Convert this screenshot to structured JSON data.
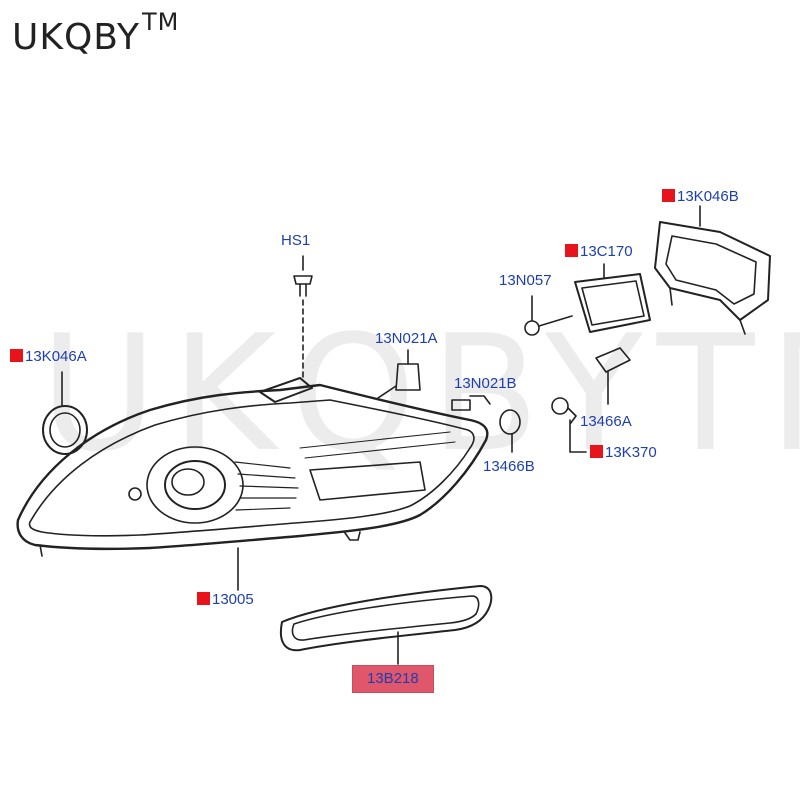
{
  "brand": {
    "name": "UKQBY",
    "tm": "TM"
  },
  "watermark": "UKQBYTM",
  "callouts": {
    "hs1": "HS1",
    "k046b": "13K046B",
    "c170": "13C170",
    "n057": "13N057",
    "k046a": "13K046A",
    "n021a": "13N021A",
    "n021b": "13N021B",
    "a13466": "13466A",
    "b13466": "13466B",
    "k370": "13K370",
    "p13005": "13005",
    "b218": "13B218"
  },
  "colors": {
    "label": "#1f3fb0",
    "marker": "#e8141c",
    "highlight": "#e0566a",
    "line": "#222222"
  }
}
